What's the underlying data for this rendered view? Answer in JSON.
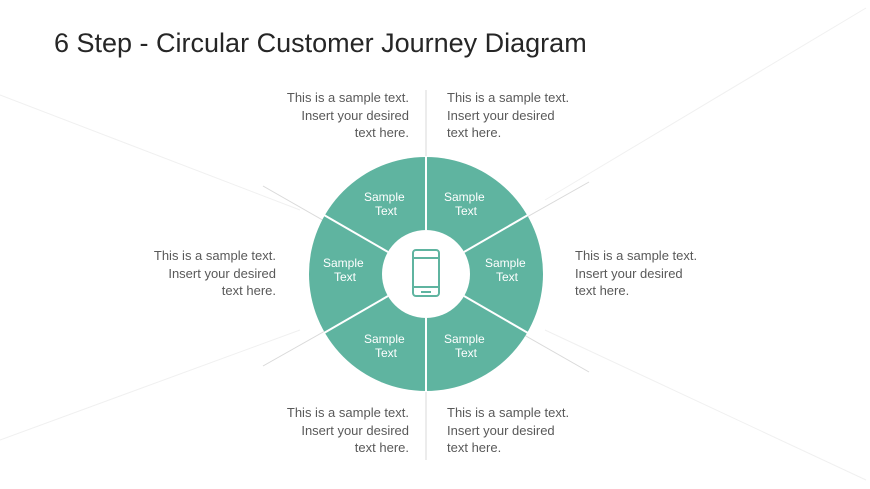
{
  "title": "6 Step - Circular Customer Journey Diagram",
  "colors": {
    "segment": "#5fb4a0",
    "divider": "#ffffff",
    "guide_line": "#d9d9d9",
    "text": "#595959",
    "title": "#262626"
  },
  "center_icon": "smartphone-icon",
  "segments": [
    {
      "line1": "Sample",
      "line2": "Text"
    },
    {
      "line1": "Sample",
      "line2": "Text"
    },
    {
      "line1": "Sample",
      "line2": "Text"
    },
    {
      "line1": "Sample",
      "line2": "Text"
    },
    {
      "line1": "Sample",
      "line2": "Text"
    },
    {
      "line1": "Sample",
      "line2": "Text"
    }
  ],
  "descriptions": {
    "top_left": "This is a sample text.\nInsert your desired\ntext here.",
    "top_right": "This is a sample text.\nInsert your desired\ntext here.",
    "mid_left": "This is a sample text.\nInsert your desired\ntext here.",
    "mid_right": "This is a sample text.\nInsert your desired\ntext here.",
    "bottom_left": "This is a sample text.\nInsert your desired\ntext here.",
    "bottom_right": "This is a sample text.\nInsert your desired\ntext here."
  }
}
